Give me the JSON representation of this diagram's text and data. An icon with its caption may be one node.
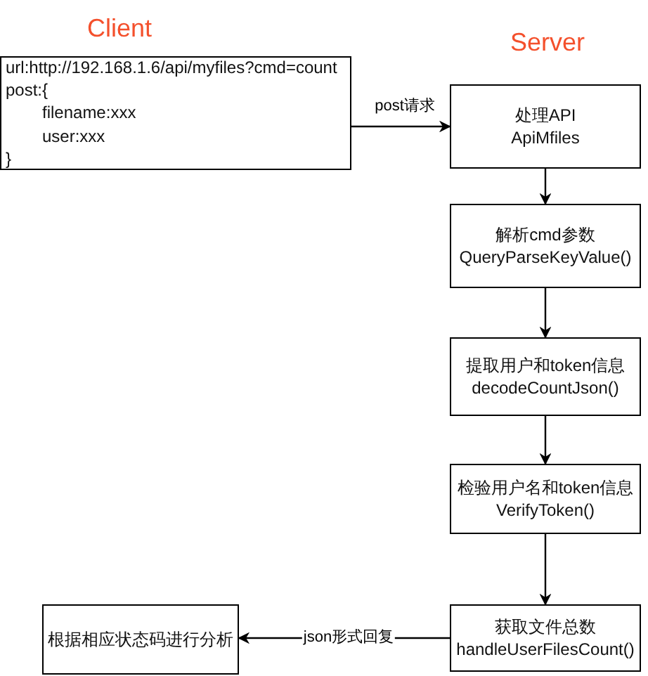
{
  "diagram": {
    "nodes": [
      {
        "text": [
          "url:http://192.168.1.6/api/myfiles?cmd=count",
          "post:{",
          "filename:xxx",
          "user:xxx",
          "}"
        ]
      },
      {
        "text": [
          "处理API",
          "ApiMfiles"
        ]
      },
      {
        "text": [
          "解析cmd参数",
          "QueryParseKeyValue()"
        ]
      },
      {
        "text": [
          "提取用户和token信息",
          "decodeCountJson()"
        ]
      },
      {
        "text": [
          "检验用户名和token信息",
          "VerifyToken()"
        ]
      },
      {
        "text": [
          "获取文件总数",
          "handleUserFilesCount()"
        ]
      },
      {
        "text": [
          "根据相应状态码进行分析"
        ]
      }
    ],
    "edges": [
      {
        "from": 0,
        "to": 1,
        "arrow": "to",
        "label": "post请求"
      },
      {
        "from": 1,
        "to": 2,
        "arrow": "to"
      },
      {
        "from": 2,
        "to": 3,
        "arrow": "to"
      },
      {
        "from": 3,
        "to": 4,
        "arrow": "to"
      },
      {
        "from": 4,
        "to": 5,
        "arrow": "to"
      },
      {
        "from": 5,
        "to": 6,
        "arrow": "to",
        "label": "json形式回复"
      }
    ],
    "labels": [
      "Client",
      "Server"
    ]
  }
}
